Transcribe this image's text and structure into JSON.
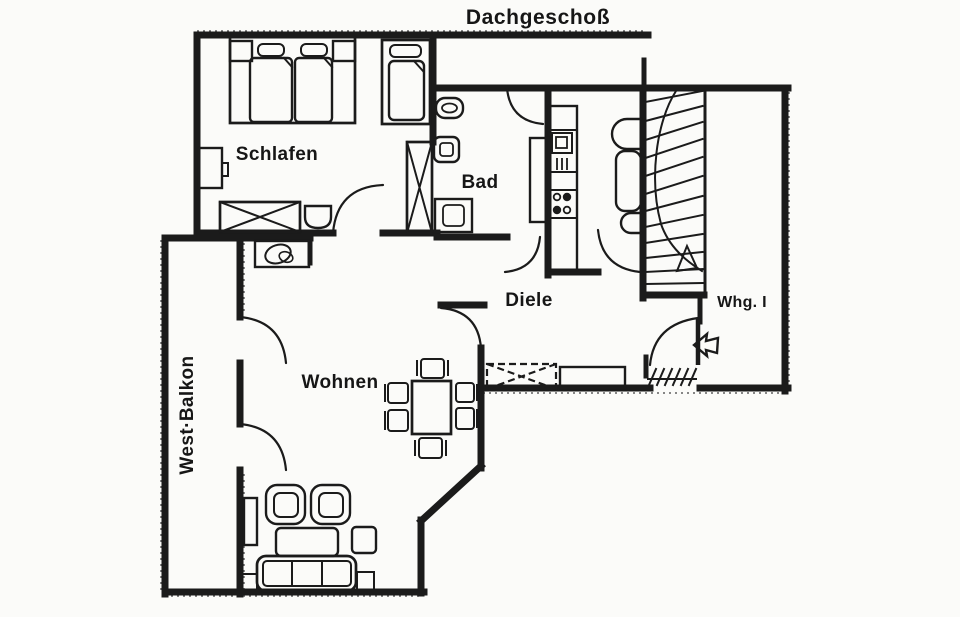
{
  "title": "Dachgeschoß",
  "rooms": {
    "schlafen": {
      "label": "Schlafen"
    },
    "bad": {
      "label": "Bad"
    },
    "diele": {
      "label": "Diele"
    },
    "wohnen": {
      "label": "Wohnen"
    },
    "west_balkon": {
      "label": "West·Balkon"
    },
    "whg1": {
      "label": "Whg. I"
    }
  },
  "icons": {
    "stair_direction_arrow": "triangle-up",
    "entrance_arrow": "block-arrow-left"
  },
  "colors": {
    "ink": "#1b1b1b",
    "paper": "#fbfbf9"
  }
}
